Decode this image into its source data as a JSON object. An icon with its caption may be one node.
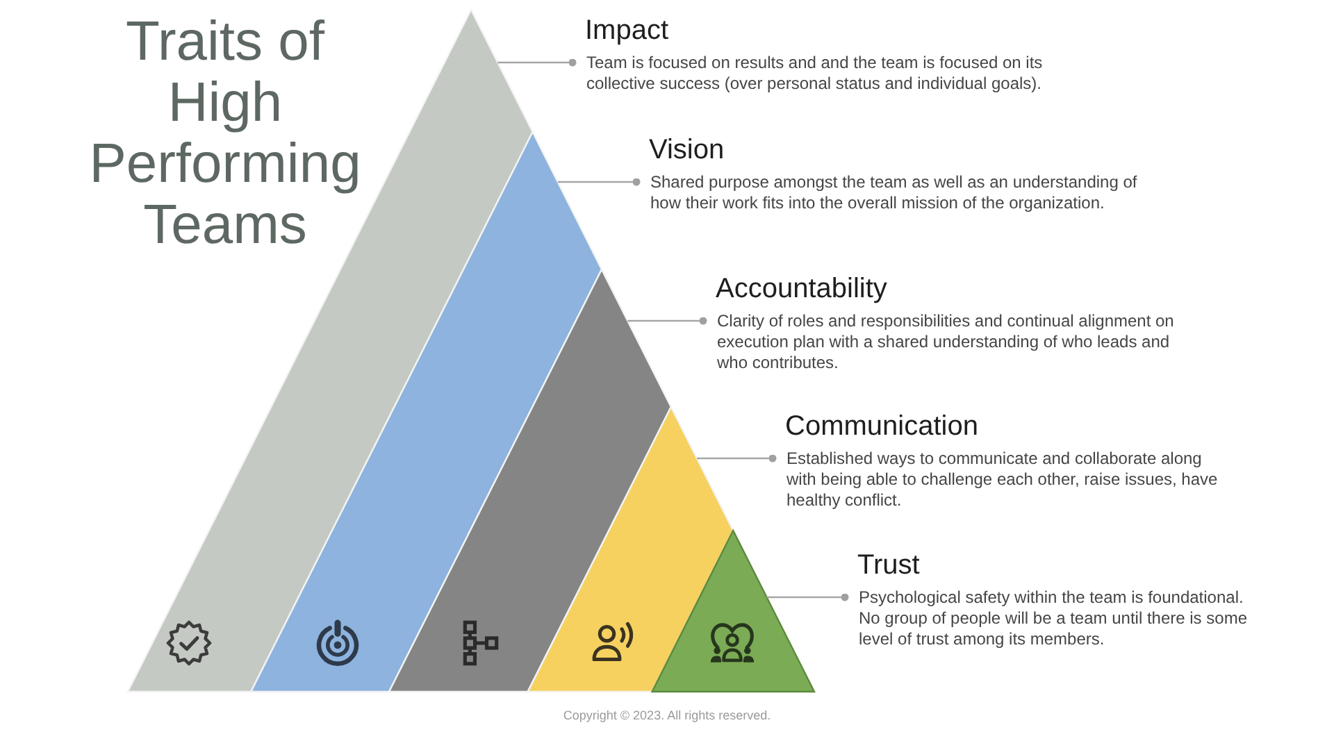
{
  "diagram": {
    "title": "Traits of High Performing Teams",
    "nodes": [
      {
        "text": [],
        "shape": "band"
      },
      {
        "text": [],
        "shape": "band"
      },
      {
        "text": [],
        "shape": "band"
      },
      {
        "text": [],
        "shape": "band"
      },
      {
        "text": [],
        "shape": "triangle"
      },
      {
        "text": [
          "Impact",
          "Team is focused on results and and the team is focused on its collective success (over personal status and individual goals)."
        ]
      },
      {
        "text": [
          "Vision",
          "Shared purpose amongst the team as well as an understanding of how their work fits into the overall mission of the organization."
        ]
      },
      {
        "text": [
          "Accountability",
          "Clarity of roles and responsibilities and continual alignment on execution plan with a shared understanding of who leads and who contributes."
        ]
      },
      {
        "text": [
          "Communication",
          "Established ways to communicate and collaborate along with being able to challenge each other, raise issues, have healthy conflict."
        ]
      },
      {
        "text": [
          "Trust",
          "Psychological safety within the team is foundational. No group of people will be a team until there is some level of trust among its members."
        ]
      }
    ],
    "edges": [
      {
        "from": 5,
        "to": 0,
        "arrow": "other"
      },
      {
        "from": 6,
        "to": 1,
        "arrow": "other"
      },
      {
        "from": 7,
        "to": 2,
        "arrow": "other"
      },
      {
        "from": 8,
        "to": 3,
        "arrow": "other"
      },
      {
        "from": 9,
        "to": 4,
        "arrow": "other"
      }
    ],
    "labels": [
      "Copyright © 2023. All rights reserved."
    ]
  }
}
